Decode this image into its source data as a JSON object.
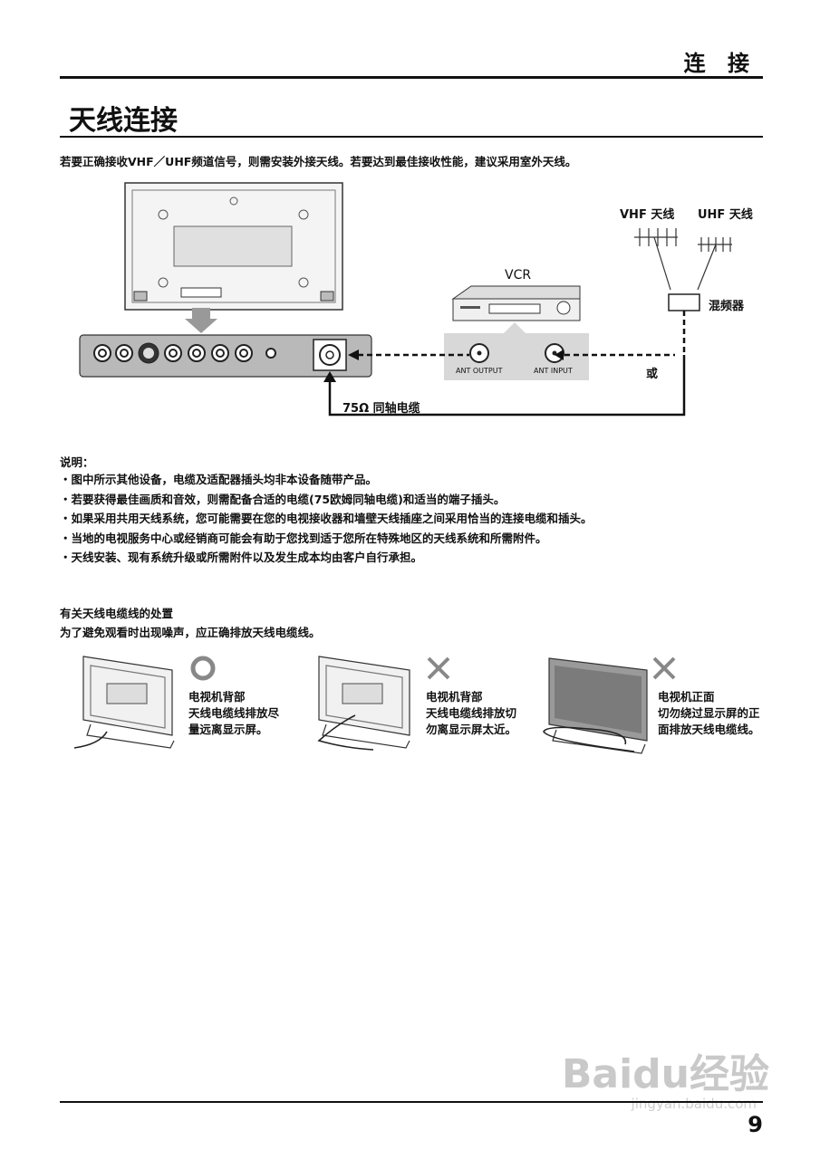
{
  "header": {
    "title": "连 接"
  },
  "section": {
    "title": "天线连接"
  },
  "intro": "若要正确接收VHF／UHF频道信号，则需安装外接天线。若要达到最佳接收性能，建议采用室外天线。",
  "diagram": {
    "vhf_label": "VHF 天线",
    "uhf_label": "UHF 天线",
    "vcr_label": "VCR",
    "mixer_label": "混频器",
    "ant_output": "ANT OUTPUT",
    "ant_input": "ANT INPUT",
    "or_label": "或",
    "cable_label": "75Ω 同轴电缆"
  },
  "notes": {
    "heading": "说明：",
    "items": [
      "图中所示其他设备，电缆及适配器插头均非本设备随带产品。",
      "若要获得最佳画质和音效，则需配备合适的电缆(75欧姆同轴电缆)和适当的端子插头。",
      "如果采用共用天线系统，您可能需要在您的电视接收器和墙壁天线插座之间采用恰当的连接电缆和插头。",
      "当地的电视服务中心或经销商可能会有助于您找到适于您所在特殊地区的天线系统和所需附件。",
      "天线安装、现有系统升级或所需附件以及发生成本均由客户自行承担。"
    ]
  },
  "cable": {
    "heading": "有关天线电缆线的处置",
    "subtitle": "为了避免观看时出现噪声，应正确排放天线电缆线。",
    "examples": [
      {
        "mark": "○",
        "title": "电视机背部",
        "line1": "天线电缆线排放尽",
        "line2": "量远离显示屏。"
      },
      {
        "mark": "×",
        "title": "电视机背部",
        "line1": "天线电缆线排放切",
        "line2": "勿离显示屏太近。"
      },
      {
        "mark": "×",
        "title": "电视机正面",
        "line1": "切勿绕过显示屏的正",
        "line2": "面排放天线电缆线。"
      }
    ]
  },
  "footer": {
    "page": "9"
  },
  "watermark": {
    "brand": "Baidu经验",
    "url": "jingyan.baidu.com"
  }
}
